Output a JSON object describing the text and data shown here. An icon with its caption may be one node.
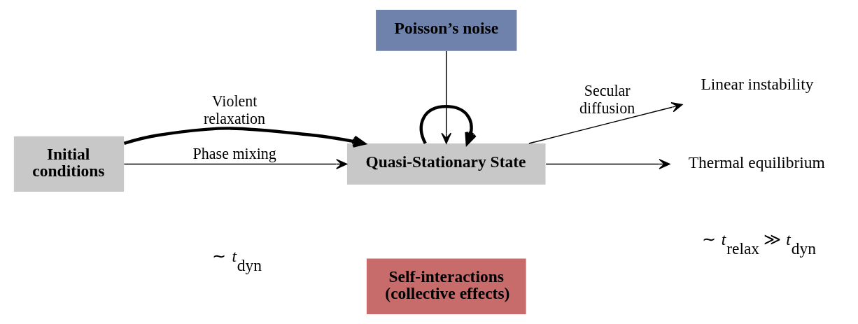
{
  "diagram": {
    "nodes": [
      {
        "text": [
          "Initial conditions"
        ]
      },
      {
        "text": [
          "Quasi-Stationary State"
        ]
      },
      {
        "text": [
          "Poisson’s noise"
        ]
      },
      {
        "text": [
          "Self-interactions (collective effects)"
        ]
      },
      {
        "text": [
          "Linear instability"
        ]
      },
      {
        "text": [
          "Thermal equilibrium"
        ]
      }
    ],
    "edges": [
      {
        "from": 0,
        "to": 1,
        "arrow": "to",
        "label": "Violent relaxation",
        "style": "thick"
      },
      {
        "from": 0,
        "to": 1,
        "arrow": "to",
        "label": "Phase mixing"
      },
      {
        "from": 2,
        "to": 1,
        "arrow": "to"
      },
      {
        "from": 1,
        "to": 1,
        "arrow": "to",
        "style": "thick"
      },
      {
        "from": 1,
        "to": 4,
        "arrow": "to",
        "label": "Secular diffusion"
      },
      {
        "from": 1,
        "to": 5,
        "arrow": "to"
      }
    ],
    "labels": [
      "∼ *t*$_{dyn}$",
      "∼ *t*$_{relax}$ ≫ *t*$_{dyn}$"
    ]
  }
}
